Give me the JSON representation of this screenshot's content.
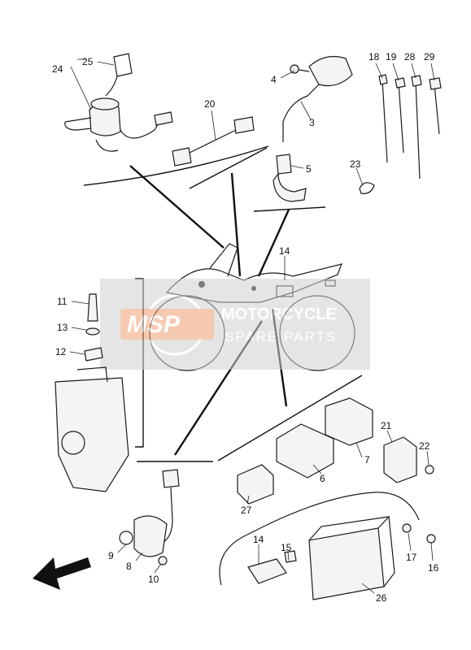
{
  "parts": [
    {
      "id": "1",
      "label": "24"
    },
    {
      "id": "2",
      "label": "25"
    },
    {
      "id": "3",
      "label": "20"
    },
    {
      "id": "4",
      "label": "4"
    },
    {
      "id": "5",
      "label": "3"
    },
    {
      "id": "6",
      "label": "5"
    },
    {
      "id": "7",
      "label": "18"
    },
    {
      "id": "8",
      "label": "19"
    },
    {
      "id": "9",
      "label": "28"
    },
    {
      "id": "10",
      "label": "29"
    },
    {
      "id": "11",
      "label": "23"
    },
    {
      "id": "12",
      "label": "14"
    },
    {
      "id": "13",
      "label": "11"
    },
    {
      "id": "14",
      "label": "13"
    },
    {
      "id": "15",
      "label": "12"
    },
    {
      "id": "16",
      "label": "7"
    },
    {
      "id": "17",
      "label": "21"
    },
    {
      "id": "18",
      "label": "22"
    },
    {
      "id": "19",
      "label": "6"
    },
    {
      "id": "20",
      "label": "27"
    },
    {
      "id": "21",
      "label": "9"
    },
    {
      "id": "22",
      "label": "8"
    },
    {
      "id": "23",
      "label": "10"
    },
    {
      "id": "24",
      "label": "14"
    },
    {
      "id": "25",
      "label": "15"
    },
    {
      "id": "26",
      "label": "17"
    },
    {
      "id": "27",
      "label": "16"
    },
    {
      "id": "28",
      "label": "26"
    }
  ],
  "watermark": {
    "logo_text": "MSP",
    "line1": "MOTORCYCLE",
    "line2": "SPARE PARTS"
  },
  "icons": {
    "direction_arrow": "arrow-left-icon"
  }
}
